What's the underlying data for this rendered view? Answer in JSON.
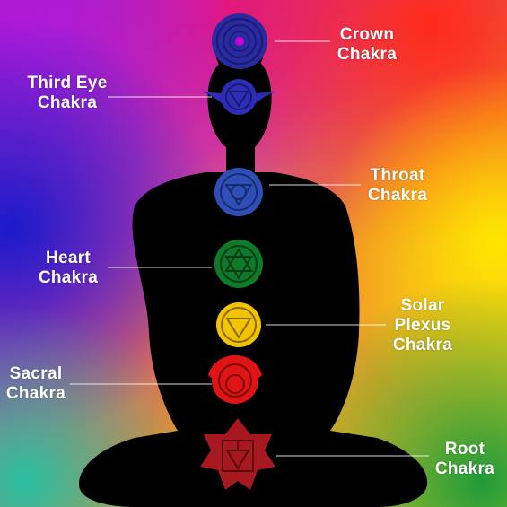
{
  "chakras": [
    {
      "id": "crown",
      "line1": "Crown",
      "line2": "Chakra",
      "color": "#2a2aa0",
      "accent": "#cc00cc"
    },
    {
      "id": "third-eye",
      "line1": "Third Eye",
      "line2": "Chakra",
      "color": "#2d2db8"
    },
    {
      "id": "throat",
      "line1": "Throat",
      "line2": "Chakra",
      "color": "#2f4fb8"
    },
    {
      "id": "heart",
      "line1": "Heart",
      "line2": "Chakra",
      "color": "#0f7a2a"
    },
    {
      "id": "solar-plexus",
      "line1": "Solar",
      "line2": "Plexus",
      "line3": "Chakra",
      "color": "#f2c400"
    },
    {
      "id": "sacral",
      "line1": "Sacral",
      "line2": "Chakra",
      "color": "#e01414"
    },
    {
      "id": "root",
      "line1": "Root",
      "line2": "Chakra",
      "color": "#a81820"
    }
  ],
  "colors": {
    "silhouette": "#000000",
    "label_text": "#ffffff",
    "leader_line": "#ffffff"
  }
}
